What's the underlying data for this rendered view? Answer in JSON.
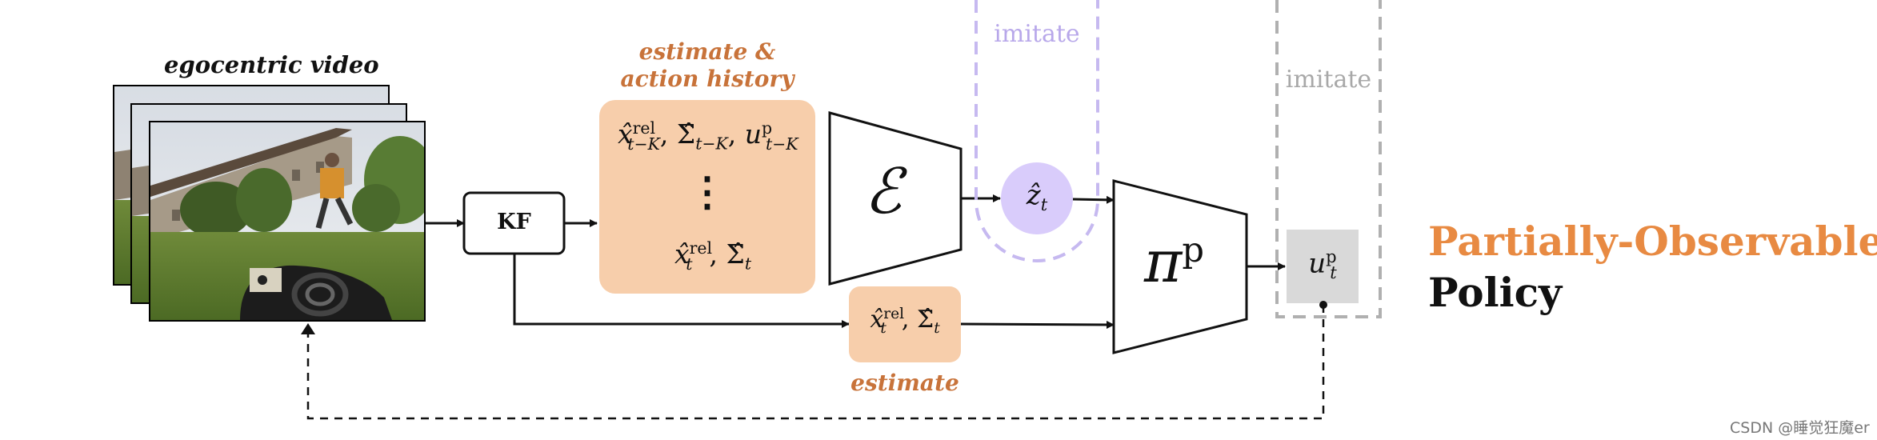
{
  "labels": {
    "egocentric_video": "egocentric video",
    "kf": "KF",
    "estimate_history_line1": "estimate &",
    "estimate_history_line2": "action history",
    "imitate_latent": "imitate",
    "imitate_action": "imitate",
    "estimate": "estimate",
    "dots": "⋮",
    "encoder": "ℰ"
  },
  "math": {
    "history_top": {
      "x": "x̂",
      "x_sup": "rel",
      "x_sub": "t−K",
      "sigma": "Σ̂",
      "sigma_sub": "t−K",
      "u": "u",
      "u_sup": "p",
      "u_sub": "t−K"
    },
    "history_bottom": {
      "x": "x̂",
      "x_sup": "rel",
      "x_sub": "t",
      "sigma": "Σ̂",
      "sigma_sub": "t"
    },
    "estimate_box": {
      "x": "x̂",
      "x_sup": "rel",
      "x_sub": "t",
      "sigma": "Σ̂",
      "sigma_sub": "t"
    },
    "latent": {
      "z": "ẑ",
      "sub": "t"
    },
    "policy": {
      "pi": "π",
      "sup": "p"
    },
    "action": {
      "u": "u",
      "sup": "p",
      "sub": "t"
    }
  },
  "title": {
    "line1": "Partially-Observable",
    "line2": "Policy"
  },
  "watermark": "CSDN @睡觉狂魔er",
  "colors": {
    "orange_fill": "#f7ceab",
    "orange_text": "#c8733a",
    "title_orange": "#e88a42",
    "purple_fill": "#d9ccfb",
    "purple_dash": "#c6b9f0",
    "gray_fill": "#d9d9d9",
    "gray_dash": "#b0b0b0",
    "imitate_purple_text": "#b8a8ea",
    "imitate_gray_text": "#a8a8a8"
  }
}
